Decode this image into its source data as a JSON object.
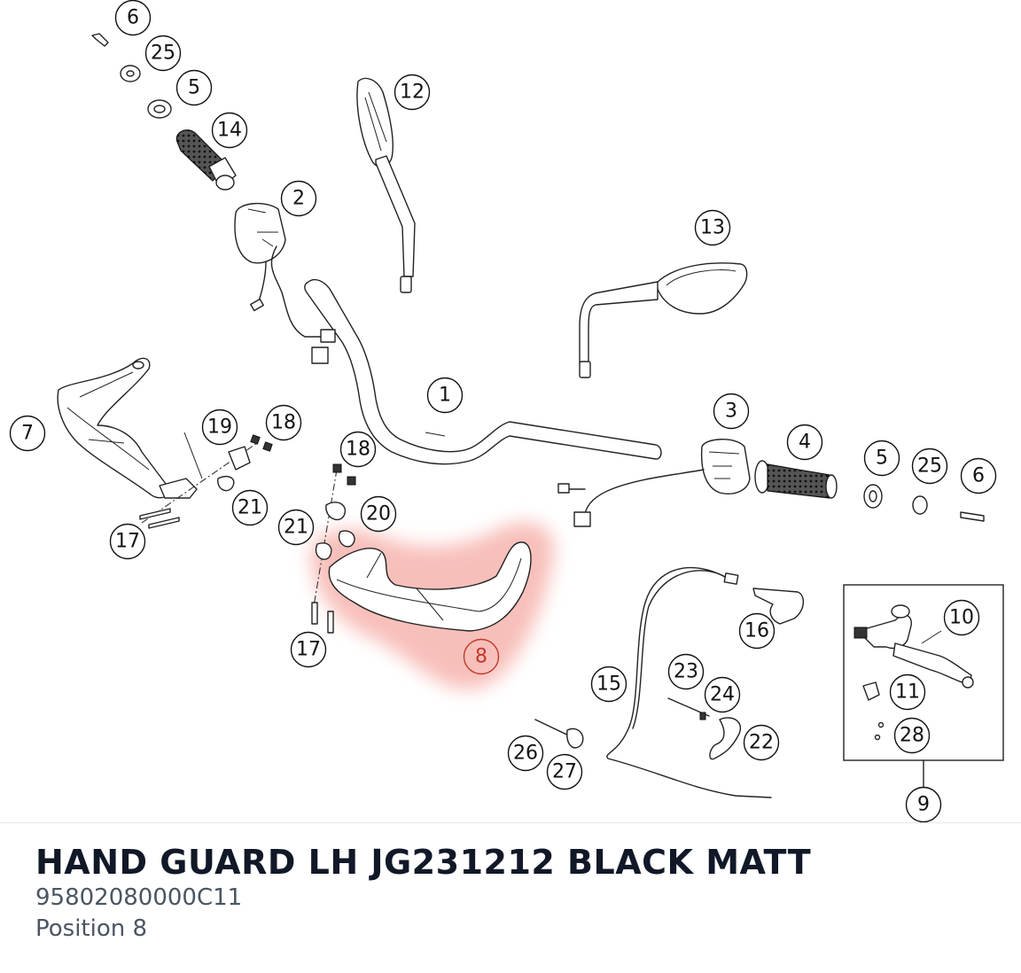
{
  "part": {
    "name": "HAND GUARD LH JG231212 BLACK MATT",
    "number": "95802080000C11",
    "position_label": "Position 8"
  },
  "diagram": {
    "highlight_color": "#f28b82",
    "active_callout_color": "#c0392b",
    "active_callout": "8",
    "callouts": [
      "6",
      "25",
      "5",
      "14",
      "12",
      "2",
      "13",
      "1",
      "7",
      "19",
      "18",
      "18",
      "3",
      "4",
      "5",
      "25",
      "6",
      "21",
      "20",
      "21",
      "17",
      "17",
      "8",
      "16",
      "10",
      "15",
      "23",
      "24",
      "11",
      "28",
      "22",
      "26",
      "27",
      "9"
    ]
  }
}
